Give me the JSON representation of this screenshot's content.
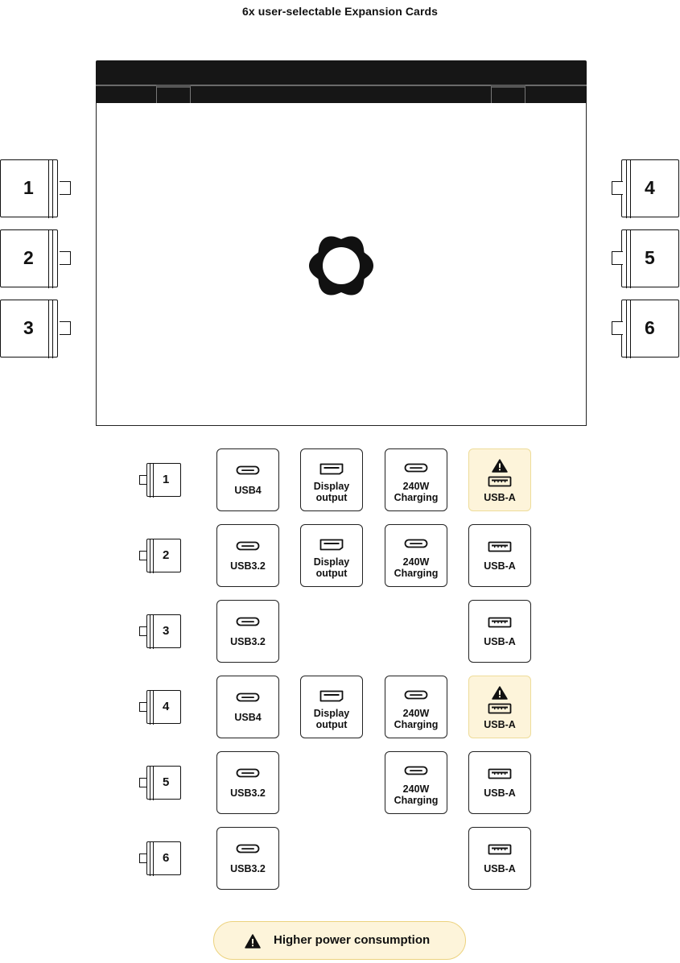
{
  "title": "6x user-selectable Expansion Cards",
  "slots_left": [
    "1",
    "2",
    "3"
  ],
  "slots_right": [
    "4",
    "5",
    "6"
  ],
  "rows": [
    {
      "slot": "1",
      "cells": [
        {
          "col": 0,
          "type": "usbc",
          "label": [
            "USB4"
          ]
        },
        {
          "col": 1,
          "type": "dp",
          "label": [
            "Display",
            "output"
          ]
        },
        {
          "col": 2,
          "type": "usbc",
          "label": [
            "240W",
            "Charging"
          ]
        },
        {
          "col": 3,
          "type": "usba",
          "label": [
            "USB-A"
          ],
          "warn": true
        }
      ]
    },
    {
      "slot": "2",
      "cells": [
        {
          "col": 0,
          "type": "usbc",
          "label": [
            "USB3.2"
          ]
        },
        {
          "col": 1,
          "type": "dp",
          "label": [
            "Display",
            "output"
          ]
        },
        {
          "col": 2,
          "type": "usbc",
          "label": [
            "240W",
            "Charging"
          ]
        },
        {
          "col": 3,
          "type": "usba",
          "label": [
            "USB-A"
          ],
          "warn": false
        }
      ]
    },
    {
      "slot": "3",
      "cells": [
        {
          "col": 0,
          "type": "usbc",
          "label": [
            "USB3.2"
          ]
        },
        {
          "col": 3,
          "type": "usba",
          "label": [
            "USB-A"
          ],
          "warn": false
        }
      ]
    },
    {
      "slot": "4",
      "cells": [
        {
          "col": 0,
          "type": "usbc",
          "label": [
            "USB4"
          ]
        },
        {
          "col": 1,
          "type": "dp",
          "label": [
            "Display",
            "output"
          ]
        },
        {
          "col": 2,
          "type": "usbc",
          "label": [
            "240W",
            "Charging"
          ]
        },
        {
          "col": 3,
          "type": "usba",
          "label": [
            "USB-A"
          ],
          "warn": true
        }
      ]
    },
    {
      "slot": "5",
      "cells": [
        {
          "col": 0,
          "type": "usbc",
          "label": [
            "USB3.2"
          ]
        },
        {
          "col": 2,
          "type": "usbc",
          "label": [
            "240W",
            "Charging"
          ]
        },
        {
          "col": 3,
          "type": "usba",
          "label": [
            "USB-A"
          ],
          "warn": false
        }
      ]
    },
    {
      "slot": "6",
      "cells": [
        {
          "col": 0,
          "type": "usbc",
          "label": [
            "USB3.2"
          ]
        },
        {
          "col": 3,
          "type": "usba",
          "label": [
            "USB-A"
          ],
          "warn": false
        }
      ]
    }
  ],
  "legend": {
    "label": "Higher power consumption"
  },
  "colors": {
    "warn_fill": "#fdf4da",
    "warn_border": "#ecd27e",
    "ink": "#111111",
    "laptop_bar": "#161616"
  },
  "icons": {
    "usbc": "usb-c-port-icon",
    "dp": "displayport-icon",
    "usba": "usb-a-port-icon",
    "warn": "warning-triangle-icon",
    "logo": "gear-logo-icon"
  }
}
